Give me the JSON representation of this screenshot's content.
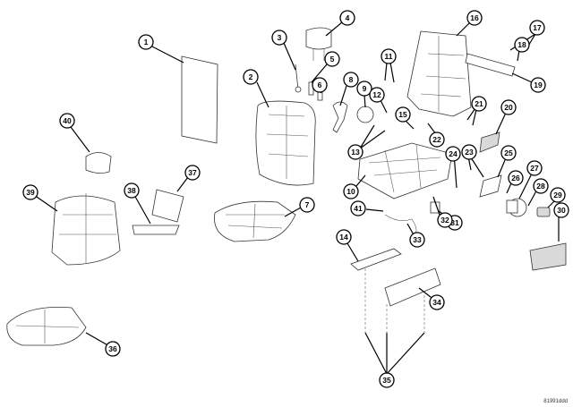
{
  "drawing_id": "81991ddd",
  "callouts": [
    {
      "label": "1"
    },
    {
      "label": "2"
    },
    {
      "label": "3"
    },
    {
      "label": "4"
    },
    {
      "label": "5"
    },
    {
      "label": "6"
    },
    {
      "label": "7"
    },
    {
      "label": "8"
    },
    {
      "label": "9"
    },
    {
      "label": "10"
    },
    {
      "label": "11"
    },
    {
      "label": "12"
    },
    {
      "label": "13"
    },
    {
      "label": "14"
    },
    {
      "label": "15"
    },
    {
      "label": "16"
    },
    {
      "label": "17"
    },
    {
      "label": "18"
    },
    {
      "label": "19"
    },
    {
      "label": "20"
    },
    {
      "label": "21"
    },
    {
      "label": "22"
    },
    {
      "label": "23"
    },
    {
      "label": "24"
    },
    {
      "label": "25"
    },
    {
      "label": "26"
    },
    {
      "label": "27"
    },
    {
      "label": "28"
    },
    {
      "label": "29"
    },
    {
      "label": "30"
    },
    {
      "label": "31"
    },
    {
      "label": "32"
    },
    {
      "label": "33"
    },
    {
      "label": "34"
    },
    {
      "label": "35"
    },
    {
      "label": "36"
    },
    {
      "label": "37"
    },
    {
      "label": "38"
    },
    {
      "label": "39"
    },
    {
      "label": "40"
    },
    {
      "label": "41"
    }
  ]
}
